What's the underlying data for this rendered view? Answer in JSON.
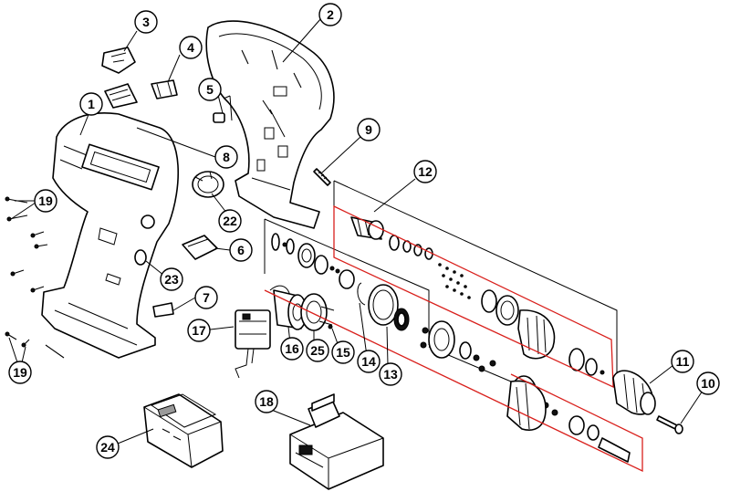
{
  "diagram": {
    "callouts": {
      "c1": "1",
      "c2": "2",
      "c3": "3",
      "c4": "4",
      "c5": "5",
      "c6": "6",
      "c7": "7",
      "c8": "8",
      "c9": "9",
      "c10": "10",
      "c11": "11",
      "c12": "12",
      "c13": "13",
      "c14": "14",
      "c15": "15",
      "c16": "16",
      "c17": "17",
      "c18": "18",
      "c19a": "19",
      "c19b": "19",
      "c22": "22",
      "c23": "23",
      "c24": "24",
      "c25": "25"
    }
  }
}
